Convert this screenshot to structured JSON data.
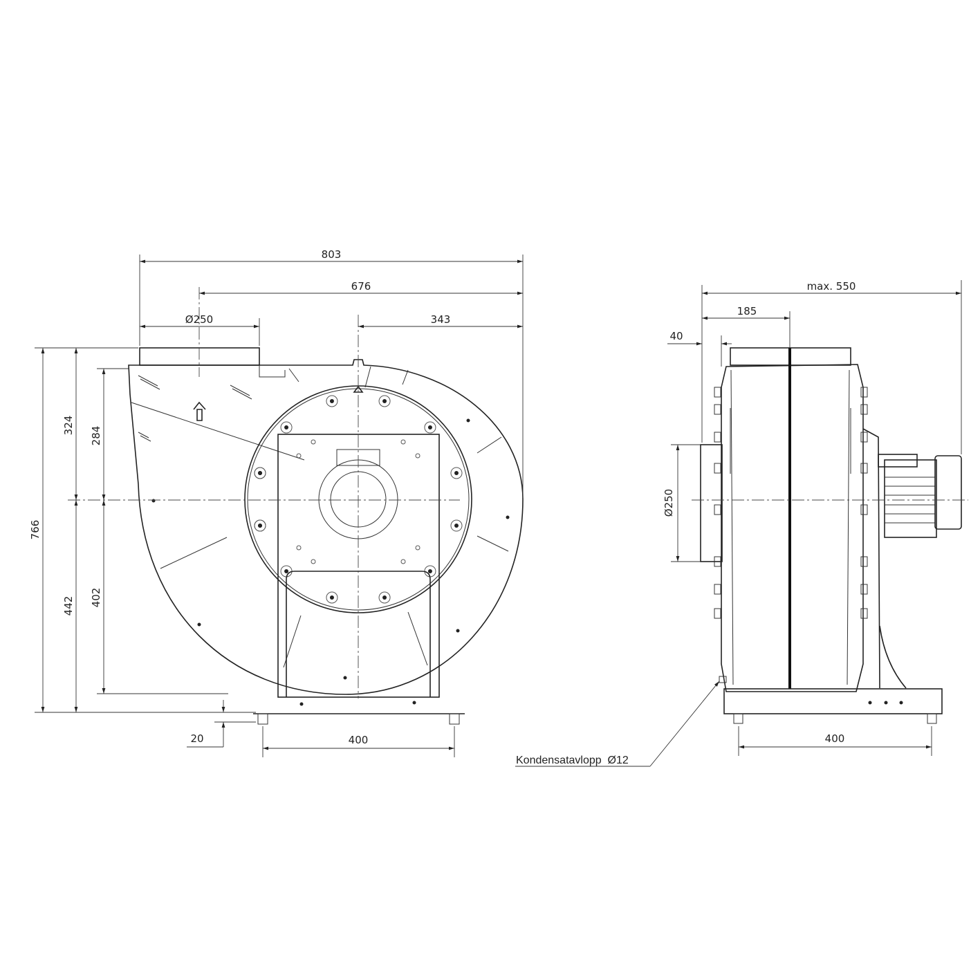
{
  "front_view": {
    "dims": {
      "overall_width": "803",
      "inlet_to_edge": "676",
      "outlet_dia": "Ø250",
      "center_to_edge": "343",
      "overall_height": "766",
      "top_to_center": "324",
      "housing_top_to_center": "284",
      "center_to_floor": "442",
      "center_to_housing_bottom": "402",
      "foot_height": "20",
      "foot_spacing": "400"
    }
  },
  "side_view": {
    "dims": {
      "max_depth": "max. 550",
      "outlet_offset": "185",
      "inlet_length": "40",
      "inlet_dia": "Ø250",
      "foot_spacing": "400"
    },
    "drain_label": "Kondensatavlopp  Ø12"
  },
  "colors": {
    "line": "#222222",
    "background": "#ffffff"
  }
}
